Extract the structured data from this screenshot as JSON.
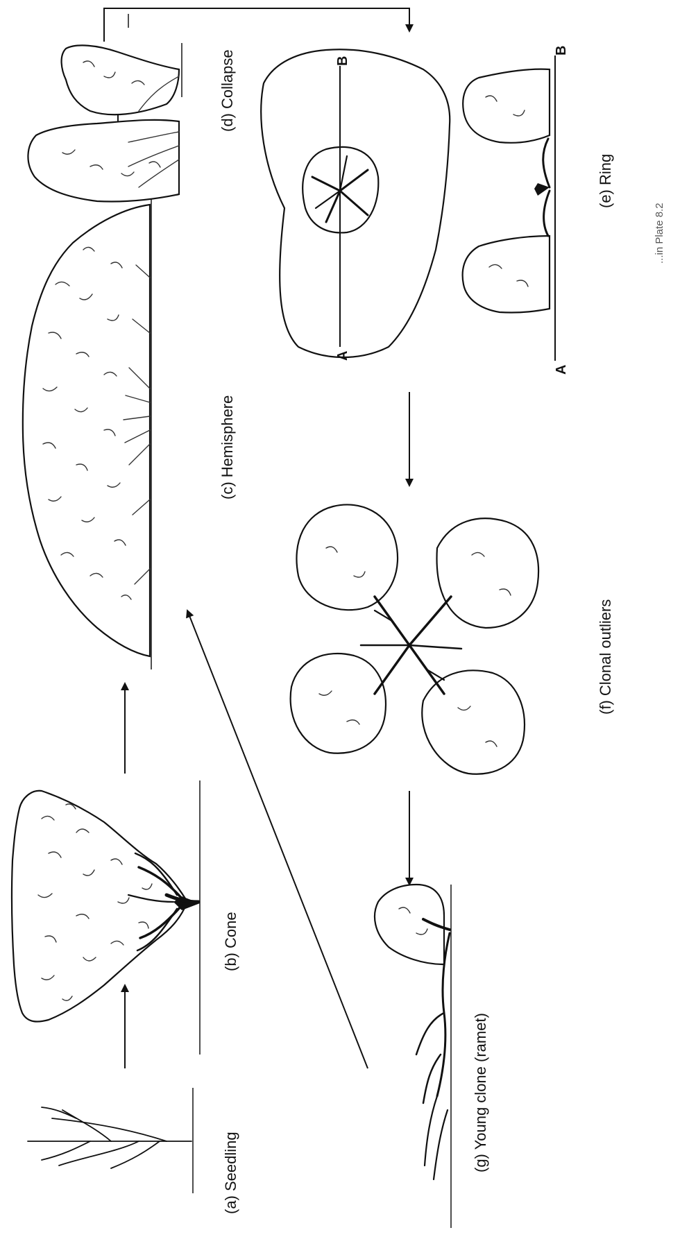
{
  "figure": {
    "stages": {
      "seedling": "(a) Seedling",
      "cone": "(b) Cone",
      "hemisphere": "(c) Hemisphere",
      "collapse": "(d) Collapse",
      "ring": "(e) Ring",
      "clonal_outliers": "(f) Clonal outliers",
      "young_clone": "(g) Young clone (ramet)"
    },
    "section_marks": {
      "a": "A",
      "b": "B"
    },
    "caption_fragment": "...in Plate 8.2"
  }
}
